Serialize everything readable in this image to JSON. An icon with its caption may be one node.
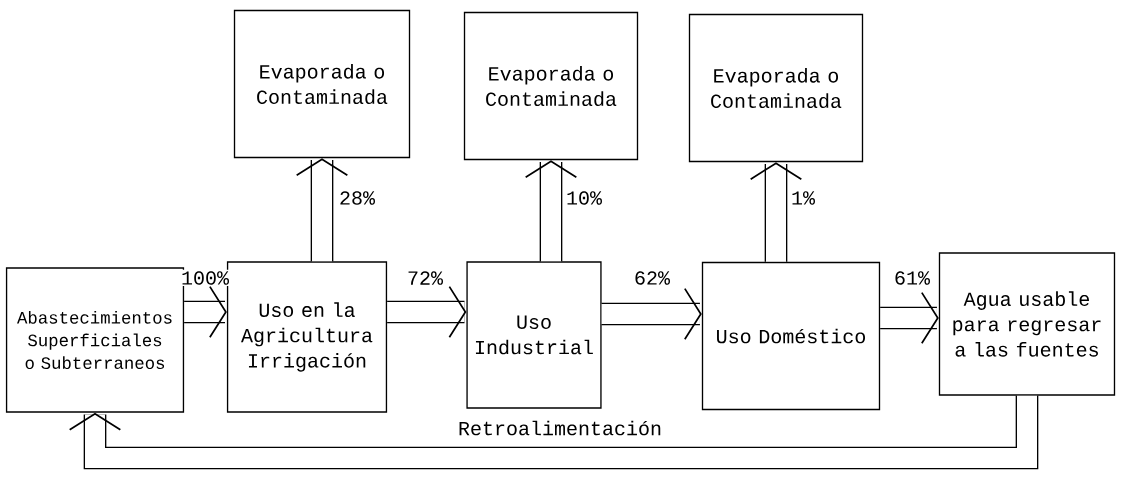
{
  "diagram": {
    "nodes": [
      {
        "text": [
          "Abastecimientos Superficiales o Subterraneos"
        ]
      },
      {
        "text": [
          "Uso en la Agricultura Irrigación"
        ]
      },
      {
        "text": [
          "Uso Industrial"
        ]
      },
      {
        "text": [
          "Uso Doméstico"
        ]
      },
      {
        "text": [
          "Agua usable para regresar a las fuentes"
        ]
      },
      {
        "text": [
          "Evaporada o Contaminada"
        ]
      },
      {
        "text": [
          "Evaporada o Contaminada"
        ]
      },
      {
        "text": [
          "Evaporada o Contaminada"
        ]
      }
    ],
    "edges": [
      {
        "from": 0,
        "to": 1,
        "arrow": "to",
        "label": "100%"
      },
      {
        "from": 1,
        "to": 2,
        "arrow": "to",
        "label": "72%"
      },
      {
        "from": 2,
        "to": 3,
        "arrow": "to",
        "label": "62%"
      },
      {
        "from": 3,
        "to": 4,
        "arrow": "to",
        "label": "61%"
      },
      {
        "from": 1,
        "to": 5,
        "arrow": "to",
        "label": "28%"
      },
      {
        "from": 2,
        "to": 6,
        "arrow": "to",
        "label": "10%"
      },
      {
        "from": 3,
        "to": 7,
        "arrow": "to",
        "label": "1%"
      },
      {
        "from": 4,
        "to": 0,
        "arrow": "to",
        "label": "Retroalimentación"
      }
    ]
  }
}
